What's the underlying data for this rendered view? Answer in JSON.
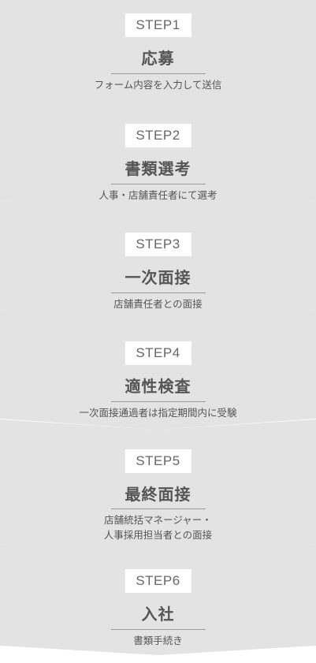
{
  "steps": [
    {
      "label": "STEP1",
      "title": "応募",
      "desc": [
        "フォーム内容を入力して送信"
      ]
    },
    {
      "label": "STEP2",
      "title": "書類選考",
      "desc": [
        "人事・店舗責任者にて選考"
      ]
    },
    {
      "label": "STEP3",
      "title": "一次面接",
      "desc": [
        "店舗責任者との面接"
      ]
    },
    {
      "label": "STEP4",
      "title": "適性検査",
      "desc": [
        "一次面接通過者は指定期間内に受験"
      ]
    },
    {
      "label": "STEP5",
      "title": "最終面接",
      "desc": [
        "店舗統括マネージャー・",
        "人事採用担当者との面接"
      ]
    },
    {
      "label": "STEP6",
      "title": "入社",
      "desc": [
        "書類手続き"
      ]
    }
  ]
}
